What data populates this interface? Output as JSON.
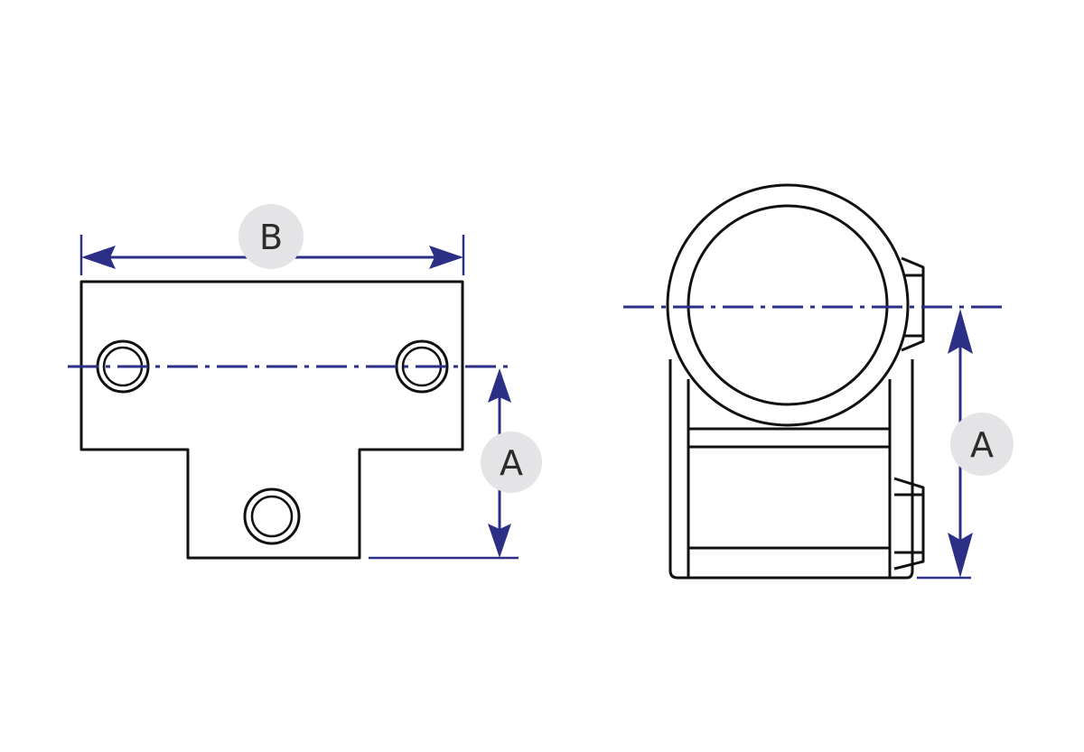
{
  "labels": {
    "width_dimension": "B",
    "height_dimension_front": "A",
    "height_dimension_side": "A"
  },
  "colors": {
    "dimension": "#2b2f86",
    "outline": "#111111",
    "badge": "#e4e4e6"
  }
}
